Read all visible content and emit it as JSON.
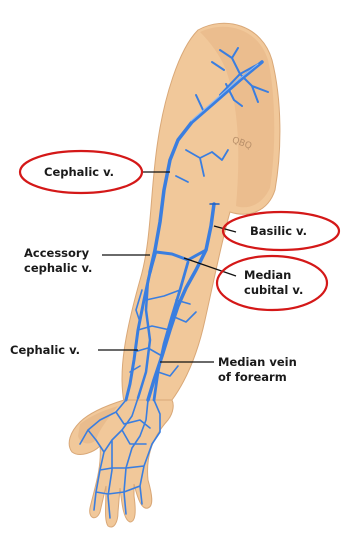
{
  "labels": {
    "cephalic_upper": "Cephalic v.",
    "basilic": "Basilic v.",
    "accessory_cephalic_line1": "Accessory",
    "accessory_cephalic_line2": "cephalic v.",
    "median_cubital_line1": "Median",
    "median_cubital_line2": "cubital v.",
    "cephalic_lower": "Cephalic v.",
    "median_forearm_line1": "Median vein",
    "median_forearm_line2": "of forearm"
  },
  "signature": "QBQ",
  "colors": {
    "skin": "#f1c89a",
    "skin_shadow": "#d9a878",
    "vein": "#3a7ee0",
    "vein_dark": "#1e5fc0",
    "highlight_ring": "#d41818",
    "leader_line": "#111111"
  }
}
